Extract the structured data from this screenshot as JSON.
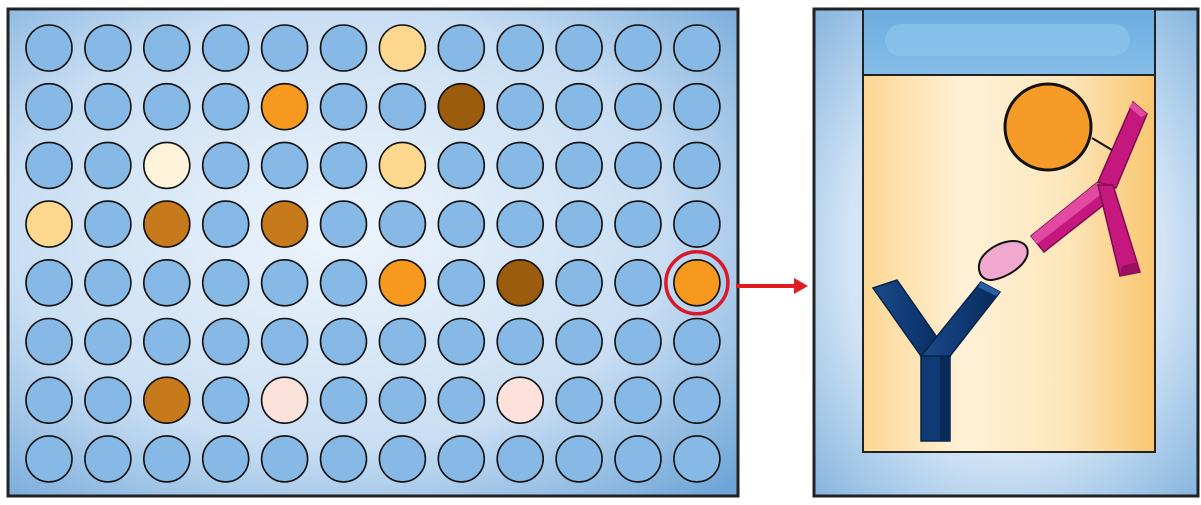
{
  "colors": {
    "plate_center": "#eaf2fb",
    "plate_edge": "#6fa6d8",
    "well_empty": "#86b9e6",
    "well_outline": "#111111",
    "highlight_ring": "#d7192a",
    "arrow": "#e11b22",
    "liquid": "#fde3a7",
    "liquid_edge": "#f9c978",
    "top_band": "#7fb6e4",
    "capture_antibody": "#10376d",
    "detection_antibody": "#c6177f",
    "antigen": "#f0a8cf",
    "enzyme_label": "#f69b27"
  },
  "plate": {
    "rows": 8,
    "cols": 12,
    "default_fill": "empty",
    "wells": [
      {
        "row": 0,
        "col": 6,
        "fill": "pale"
      },
      {
        "row": 1,
        "col": 4,
        "fill": "orange"
      },
      {
        "row": 1,
        "col": 7,
        "fill": "brown"
      },
      {
        "row": 2,
        "col": 2,
        "fill": "cream"
      },
      {
        "row": 2,
        "col": 6,
        "fill": "pale"
      },
      {
        "row": 3,
        "col": 0,
        "fill": "pale"
      },
      {
        "row": 3,
        "col": 2,
        "fill": "amber"
      },
      {
        "row": 3,
        "col": 4,
        "fill": "amber"
      },
      {
        "row": 4,
        "col": 6,
        "fill": "orange"
      },
      {
        "row": 4,
        "col": 8,
        "fill": "brown"
      },
      {
        "row": 4,
        "col": 11,
        "fill": "orange",
        "highlighted": true
      },
      {
        "row": 6,
        "col": 2,
        "fill": "amber"
      },
      {
        "row": 6,
        "col": 4,
        "fill": "pink"
      },
      {
        "row": 6,
        "col": 8,
        "fill": "pink"
      }
    ],
    "fill_colors": {
      "empty": "#86b9e6",
      "pale": "#fed88f",
      "cream": "#fff3d9",
      "orange": "#f7991f",
      "brown": "#9b5c0e",
      "amber": "#c77a1c",
      "pink": "#fde2db"
    }
  },
  "detail_panel": {
    "components": [
      {
        "name": "capture-antibody",
        "color": "#10376d"
      },
      {
        "name": "antigen",
        "color": "#f0a8cf"
      },
      {
        "name": "detection-antibody",
        "color": "#c6177f"
      },
      {
        "name": "enzyme-label",
        "color": "#f69b27"
      }
    ]
  }
}
